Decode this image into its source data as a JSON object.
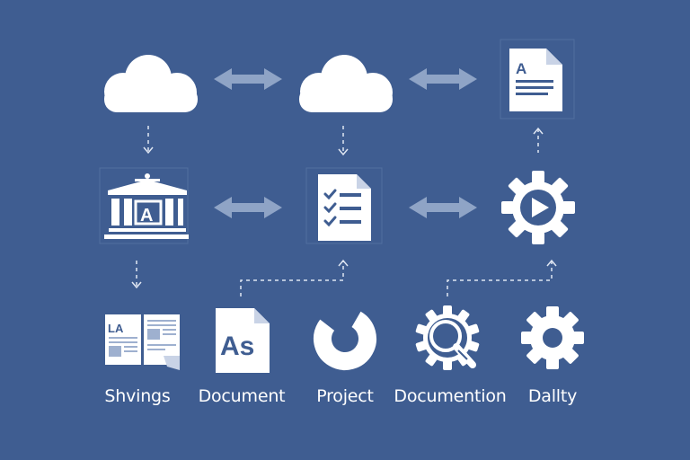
{
  "nodes": {
    "top_doc_glyph": "A",
    "bank_glyph": "A",
    "newspaper_glyph": "LA",
    "as_doc_glyph": "As"
  },
  "labels": {
    "shvings": "Shvings",
    "document": "Document",
    "project": "Project",
    "documention": "Documention",
    "dallty": "Dallty"
  },
  "icons": [
    "cloud-icon",
    "cloud-icon",
    "document-icon",
    "bank-icon",
    "checklist-document-icon",
    "gear-play-icon",
    "newspaper-icon",
    "as-document-icon",
    "ring-chart-icon",
    "gear-magnifier-icon",
    "gear-icon"
  ],
  "colors": {
    "background": "#3f5d91",
    "icon": "#ffffff",
    "arrow": "#8fa4c6",
    "connector": "#dfe6f2"
  }
}
